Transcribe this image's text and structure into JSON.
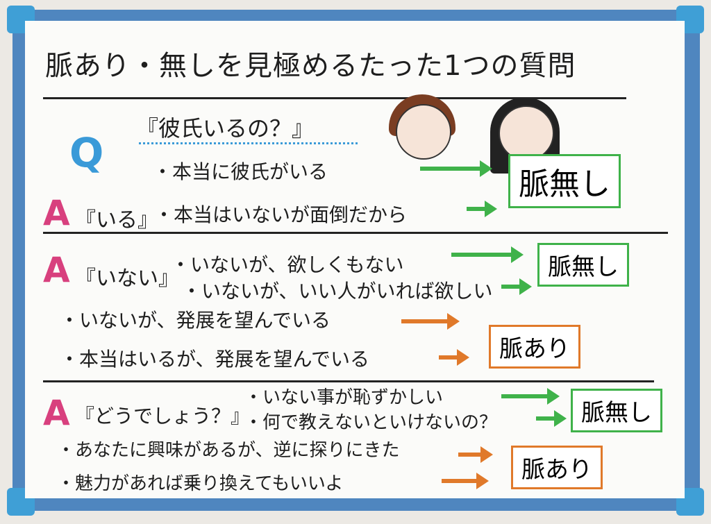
{
  "title": "脈あり・無しを見極めるたった1つの質問",
  "question": {
    "mark": "Q",
    "text": "『彼氏いるの？』"
  },
  "sections": [
    {
      "answer_mark": "A",
      "answer": "『いる』",
      "items": [
        "・本当に彼氏がいる",
        "・本当はいないが面倒だから"
      ],
      "result": "脈無し"
    },
    {
      "answer_mark": "A",
      "answer": "『いない』",
      "items": [
        "・いないが、欲しくもない",
        "・いないが、いい人がいれば欲しい"
      ],
      "result": "脈無し"
    },
    {
      "items": [
        "・いないが、発展を望んでいる",
        "・本当はいるが、発展を望んでいる"
      ],
      "result": "脈あり"
    },
    {
      "answer_mark": "A",
      "answer": "『どうでしょう？』",
      "items": [
        "・いない事が恥ずかしい",
        "・何で教えないといけないの？"
      ],
      "result": "脈無し"
    },
    {
      "items": [
        "・あなたに興味があるが、逆に探りにきた",
        "・魅力があれば乗り換えてもいいよ"
      ],
      "result": "脈あり"
    }
  ],
  "colors": {
    "frame": "#4f86bf",
    "question": "#3a9ad8",
    "answer": "#d8407e",
    "no_chance": "#3fb24a",
    "chance": "#e0792a"
  }
}
